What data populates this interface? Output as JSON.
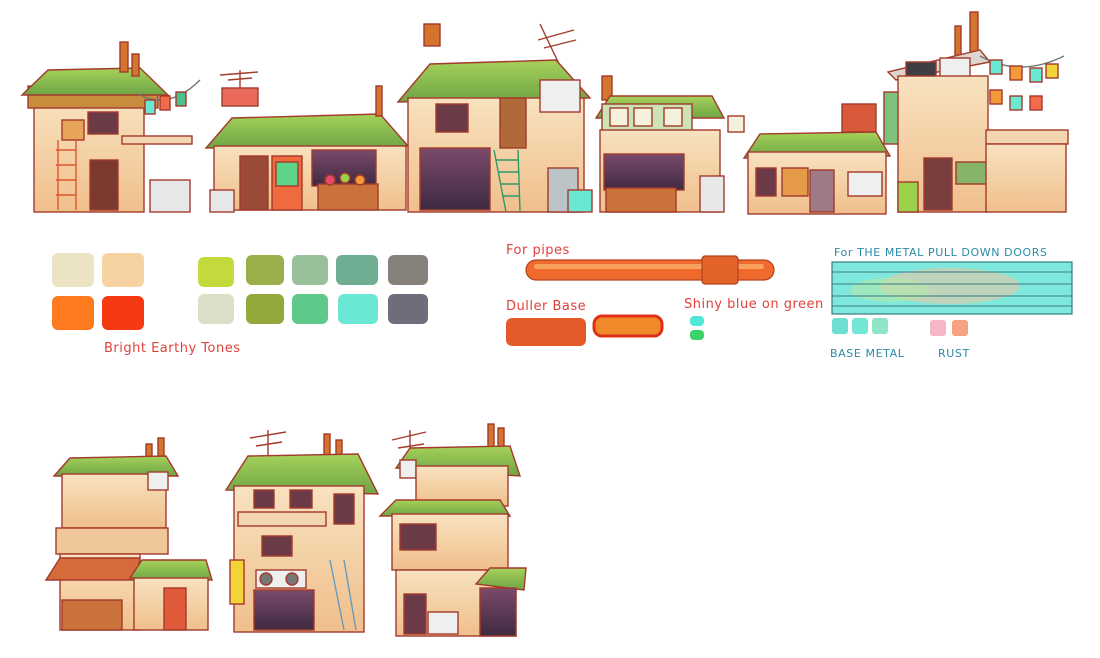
{
  "labels": {
    "palette": "Bright Earthy Tones",
    "pipes": "For pipes",
    "duller_base": "Duller Base",
    "shiny": "Shiny blue on green",
    "doors": "For THE METAL PULL DOWN DOORS",
    "base_metal": "BASE METAL",
    "rust": "RUST"
  },
  "palette_swatches": [
    "#ece3c3",
    "#f7d3a4",
    "#ff7a1e",
    "#f53a12",
    "#c4d93c",
    "#9aae4c",
    "#98c09a",
    "#6fae93",
    "#86807a",
    "#dcdfc7",
    "#94a93b",
    "#5fc98c",
    "#6be8d4",
    "#6d6d7b"
  ],
  "pipe_colors": [
    "#ef6a2c",
    "#f68a3a",
    "#e24b24"
  ],
  "shiny_colors": [
    "#52e8d9",
    "#3ad46a"
  ],
  "door_colors": {
    "base": "#7ee8dc",
    "accent": "#f3c2a0",
    "lines": "#3a7a86"
  },
  "base_metal_swatches": [
    "#6ee0d1",
    "#72e7d4",
    "#8ee6c7"
  ],
  "rust_swatches": [
    "#f7b5c8",
    "#f7a184"
  ],
  "ink_colors": {
    "red": "#e0413a",
    "teal": "#2a8aa5",
    "roof": "#7fb54a",
    "wall": "#f3d6b0"
  }
}
